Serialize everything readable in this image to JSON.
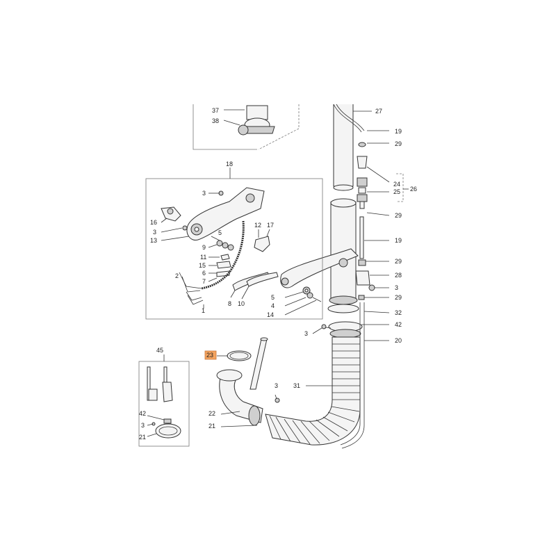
{
  "callouts": {
    "c37": "37",
    "c38": "38",
    "c27": "27",
    "c19a": "19",
    "c29a": "29",
    "c24": "24",
    "c25": "25",
    "c26": "26",
    "c29b": "29",
    "c19b": "19",
    "c29c": "29",
    "c28": "28",
    "c3a": "3",
    "c29d": "29",
    "c32": "32",
    "c42a": "42",
    "c3b": "3",
    "c20": "20",
    "c18": "18",
    "c3c": "3",
    "c16": "16",
    "c3d": "3",
    "c13": "13",
    "c12": "12",
    "c17": "17",
    "c5a": "5",
    "c9": "9",
    "c11": "11",
    "c15": "15",
    "c6": "6",
    "c7": "7",
    "c2": "2",
    "c8": "8",
    "c10": "10",
    "c1": "1",
    "c5b": "5",
    "c4": "4",
    "c14": "14",
    "c45": "45",
    "c23": "23",
    "c42b": "42",
    "c3e": "3",
    "c21a": "21",
    "c3f": "3",
    "c31": "31",
    "c22": "22",
    "c21b": "21"
  },
  "highlight": {
    "label": "23",
    "color": "#f4a460"
  }
}
